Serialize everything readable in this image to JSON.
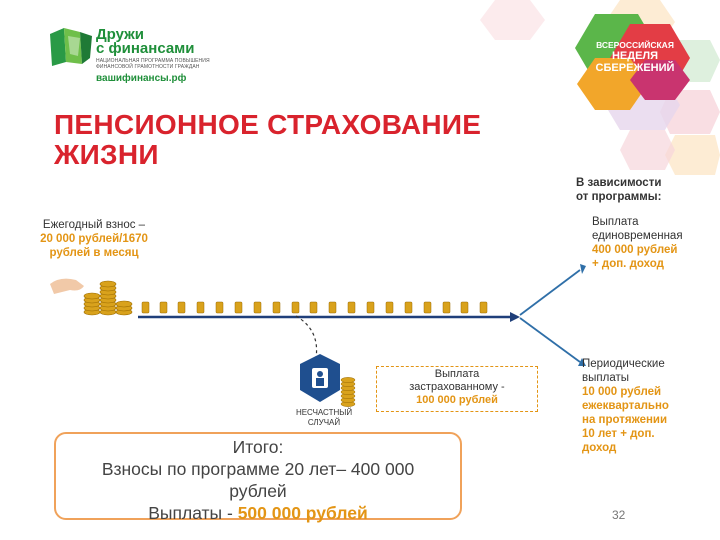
{
  "logo": {
    "line1": "Дружи",
    "line2": "с финансами",
    "tagline1": "НАЦИОНАЛЬНАЯ ПРОГРАММА ПОВЫШЕНИЯ",
    "tagline2": "ФИНАНСОВОЙ ГРАМОТНОСТИ ГРАЖДАН",
    "site": "вашифинансы.рф",
    "color": "#1f8f3a"
  },
  "badge": {
    "line1": "ВСЕРОССИЙСКАЯ",
    "line2": "НЕДЕЛЯ",
    "line3": "СБЕРЕЖЕНИЙ"
  },
  "title": {
    "line1": "ПЕНСИОННОЕ СТРАХОВАНИЕ",
    "line2": "ЖИЗНИ",
    "color": "#d9232d"
  },
  "contribution": {
    "line1": "Ежегодный взнос –",
    "line2": "20 000 рублей/1670",
    "line3": "рублей в месяц"
  },
  "depends": {
    "line1": "В зависимости",
    "line2": "от программы:"
  },
  "lump_sum": {
    "line1": "Выплата",
    "line2": "единовременная",
    "line3": "400 000 рублей",
    "line4": "+ доп. доход"
  },
  "periodic": {
    "line1": "Периодические",
    "line2": "выплаты",
    "line3": "10 000 рублей",
    "line4": "ежеквартально",
    "line5": "на протяжении",
    "line6": "10 лет + доп.",
    "line7": "доход"
  },
  "accident": {
    "line1": "НЕСЧАСТНЫЙ",
    "line2": "СЛУЧАЙ"
  },
  "insured_payout": {
    "line1": "Выплата",
    "line2": "застрахованному -",
    "line3": "100 000 рублей"
  },
  "summary": {
    "line1": "Итого:",
    "line2": "Взносы по программе 20 лет– 400 000",
    "line3": "рублей",
    "line4_prefix": "Выплаты - ",
    "line4_amount": "500 000 рублей"
  },
  "page_number": "32",
  "colors": {
    "accent_orange": "#e39515",
    "arrow_blue": "#2f6fa8",
    "timeline_blue": "#1f3f7a"
  }
}
